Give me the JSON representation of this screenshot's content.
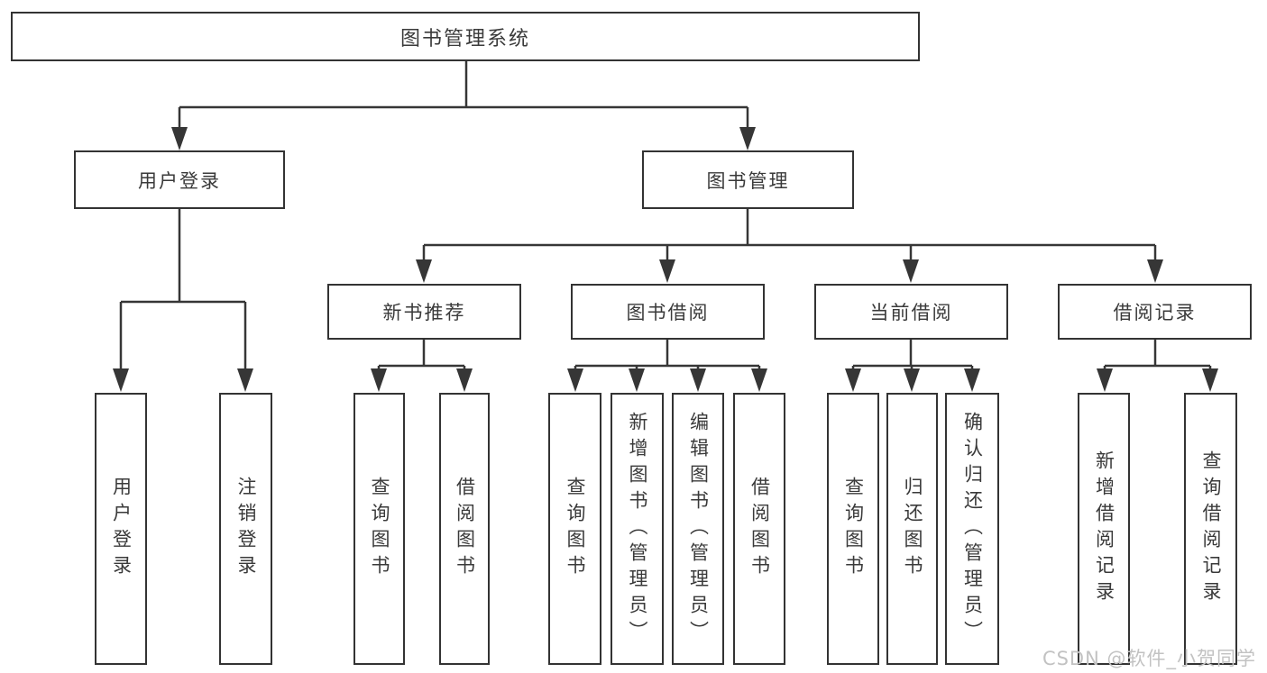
{
  "tree": {
    "label": "图书管理系统",
    "children": [
      {
        "label": "用户登录",
        "children": [
          {
            "label": "用户登录"
          },
          {
            "label": "注销登录"
          }
        ]
      },
      {
        "label": "图书管理",
        "children": [
          {
            "label": "新书推荐",
            "children": [
              {
                "label": "查询图书"
              },
              {
                "label": "借阅图书"
              }
            ]
          },
          {
            "label": "图书借阅",
            "children": [
              {
                "label": "查询图书"
              },
              {
                "label": "新增图书（管理员）"
              },
              {
                "label": "编辑图书（管理员）"
              },
              {
                "label": "借阅图书"
              }
            ]
          },
          {
            "label": "当前借阅",
            "children": [
              {
                "label": "查询图书"
              },
              {
                "label": "归还图书"
              },
              {
                "label": "确认归还（管理员）"
              }
            ]
          },
          {
            "label": "借阅记录",
            "children": [
              {
                "label": "新增借阅记录"
              },
              {
                "label": "查询借阅记录"
              }
            ]
          }
        ]
      }
    ]
  },
  "watermark": "CSDN @软件_小贺同学",
  "colors": {
    "line": "#363636",
    "box_border": "#333333",
    "text": "#3a3a3a",
    "watermark": "#c2c2c2",
    "background": "#ffffff"
  }
}
